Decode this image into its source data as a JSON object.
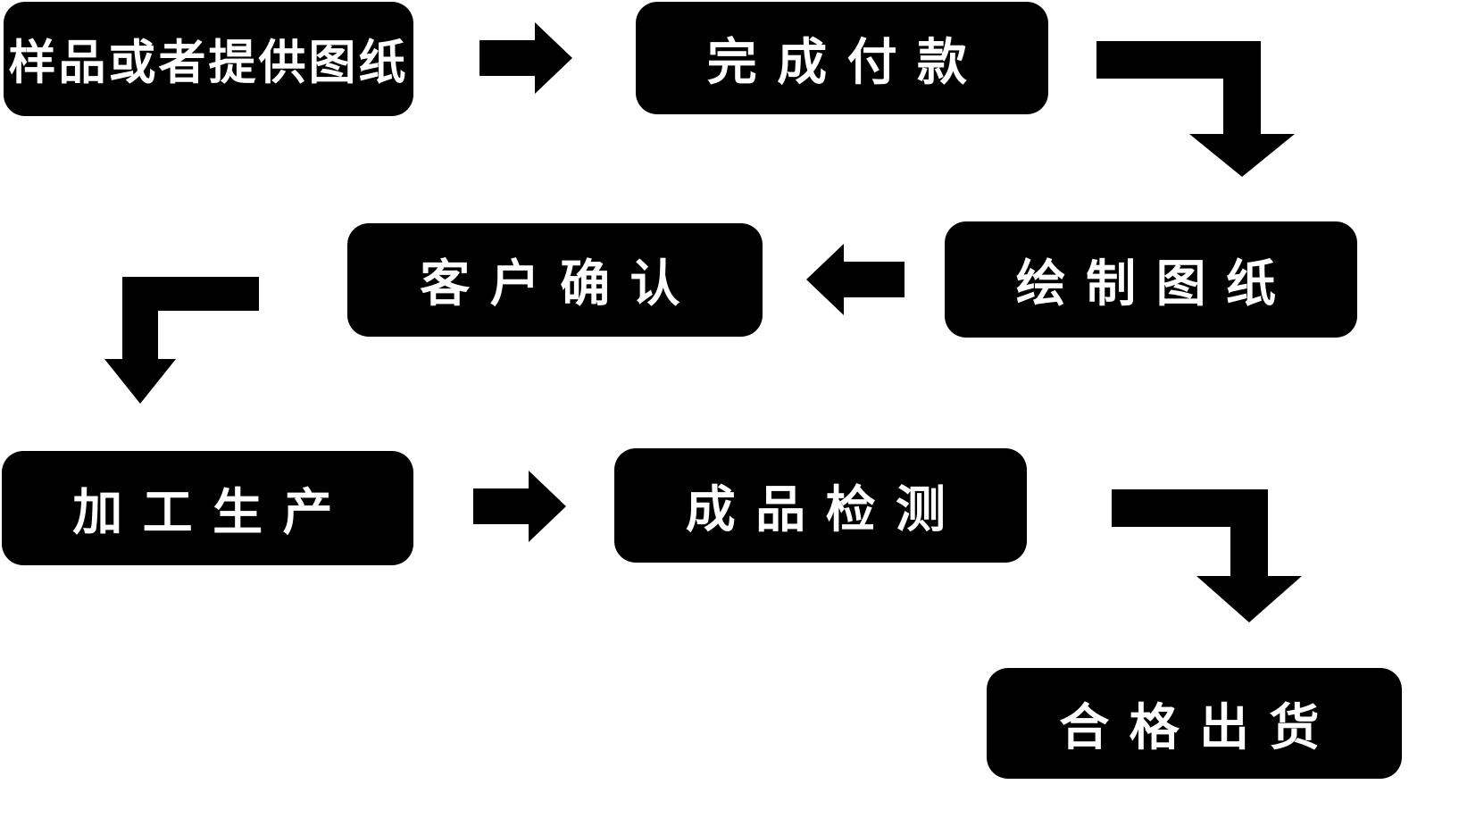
{
  "diagram": {
    "type": "flowchart",
    "background_color": "#ffffff",
    "node_fill_color": "#000000",
    "node_text_color": "#ffffff",
    "arrow_color": "#000000",
    "nodes": [
      {
        "id": "sample",
        "label": "样品或者提供图纸"
      },
      {
        "id": "payment",
        "label": "完成付款"
      },
      {
        "id": "drawing",
        "label": "绘制图纸"
      },
      {
        "id": "confirm",
        "label": "客户确认"
      },
      {
        "id": "production",
        "label": "加工生产"
      },
      {
        "id": "inspection",
        "label": "成品检测"
      },
      {
        "id": "shipment",
        "label": "合格出货"
      }
    ],
    "edges": [
      {
        "from": "样品或者提供图纸",
        "to": "完成付款",
        "icon": "arrow-right-icon"
      },
      {
        "from": "完成付款",
        "to": "绘制图纸",
        "icon": "arrow-elbow-right-down-icon"
      },
      {
        "from": "绘制图纸",
        "to": "客户确认",
        "icon": "arrow-left-icon"
      },
      {
        "from": "客户确认",
        "to": "加工生产",
        "icon": "arrow-elbow-left-down-icon"
      },
      {
        "from": "加工生产",
        "to": "成品检测",
        "icon": "arrow-right-icon"
      },
      {
        "from": "成品检测",
        "to": "合格出货",
        "icon": "arrow-elbow-right-down-icon"
      }
    ]
  }
}
